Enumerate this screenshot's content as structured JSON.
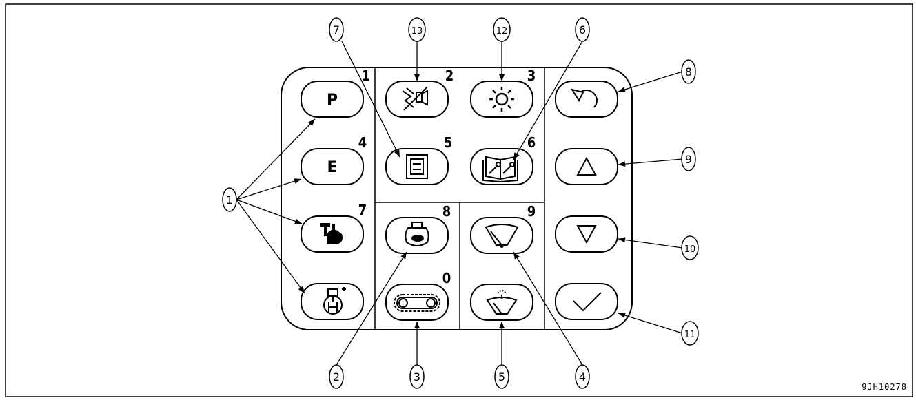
{
  "figure_code": "9JH10278",
  "colors": {
    "line": "#000000",
    "background": "#ffffff"
  },
  "left_buttons": [
    {
      "key_number": "1",
      "label": "P"
    },
    {
      "key_number": "4",
      "label": "E"
    },
    {
      "key_number": "7",
      "icon": "heavy-lift-icon"
    },
    {
      "key_number": "",
      "icon": "attachment-mode-icon"
    }
  ],
  "center_buttons": [
    {
      "key_number": "2",
      "icon": "swing-alarm-cancel-icon"
    },
    {
      "key_number": "3",
      "icon": "brightness-icon"
    },
    {
      "key_number": "5",
      "icon": "display-select-icon"
    },
    {
      "key_number": "6",
      "icon": "maintenance-manual-icon"
    },
    {
      "key_number": "8",
      "icon": "auto-deceleration-icon"
    },
    {
      "key_number": "9",
      "icon": "wiper-icon"
    },
    {
      "key_number": "0",
      "icon": "travel-speed-icon"
    },
    {
      "key_number": "",
      "icon": "window-washer-icon"
    }
  ],
  "right_buttons": [
    {
      "icon": "return-icon"
    },
    {
      "icon": "up-triangle-icon"
    },
    {
      "icon": "down-triangle-icon"
    },
    {
      "icon": "checkmark-icon"
    }
  ],
  "callouts": {
    "c1": "1",
    "c2": "2",
    "c3": "3",
    "c4": "4",
    "c5": "5",
    "c6": "6",
    "c7": "7",
    "c8": "8",
    "c9": "9",
    "c10": "10",
    "c11": "11",
    "c12": "12",
    "c13": "13"
  }
}
